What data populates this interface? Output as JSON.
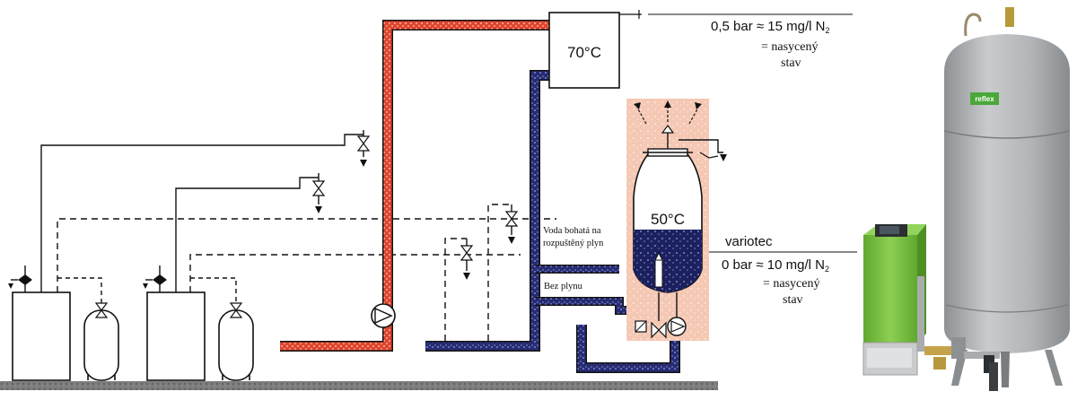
{
  "labels": {
    "hot_temp": "70°C",
    "degas_temp": "50°C",
    "hot_pressure_value": "0,5 bar ≈ 15 mg/l N",
    "hot_pressure_sub": "2",
    "hot_pressure_eq": "= nasycený",
    "hot_pressure_state": "stav",
    "rich_water_line1": "Voda bohatá na",
    "rich_water_line2": "rozpuštěný plyn",
    "no_gas": "Bez plynu",
    "device_name": "variotec",
    "cold_pressure_value": "0 bar ≈ 10 mg/l N",
    "cold_pressure_sub": "2",
    "cold_pressure_eq": "= nasycený",
    "cold_pressure_state": "stav",
    "brand": "reflex"
  },
  "colors": {
    "hot_pipe": "#e0442c",
    "cold_pipe": "#2a2f7a",
    "degas_bg": "#f5c8b4",
    "tank_gray": "#b8bbbe",
    "control_green": "#7ac142"
  },
  "icons": [
    "pump-icon",
    "valve-icon",
    "arrow-down-icon",
    "safety-valve-icon"
  ]
}
